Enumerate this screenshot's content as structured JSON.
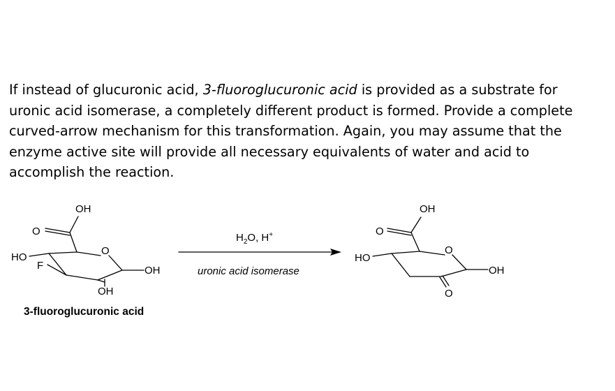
{
  "question": {
    "part1": "If instead of glucuronic acid, ",
    "part2": "3-fluoroglucuronic acid",
    "part3": " is provided as a substrate for uronic acid isomerase, a completely different product is formed. Provide a complete curved-arrow mechanism for this transformation. Again, you may assume that the enzyme active site will provide all necessary equivalents of water and acid to accomplish the reaction."
  },
  "reagents": {
    "h": "H",
    "sub2": "2",
    "o_comma": "O, H",
    "sup_plus": "+"
  },
  "enzyme": "uronic acid isomerase",
  "reactant": {
    "name": "3-fluoroglucuronic acid",
    "labels": {
      "top_oh": "OH",
      "carbonyl_o": "O",
      "ring_o": "O",
      "ho": "HO",
      "f": "F",
      "right_oh": "OH",
      "bottom_oh": "OH"
    }
  },
  "product": {
    "labels": {
      "top_oh": "OH",
      "carbonyl_o": "O",
      "ring_o": "O",
      "ho": "HO",
      "right_oh": "OH",
      "ketone_o": "O"
    }
  }
}
